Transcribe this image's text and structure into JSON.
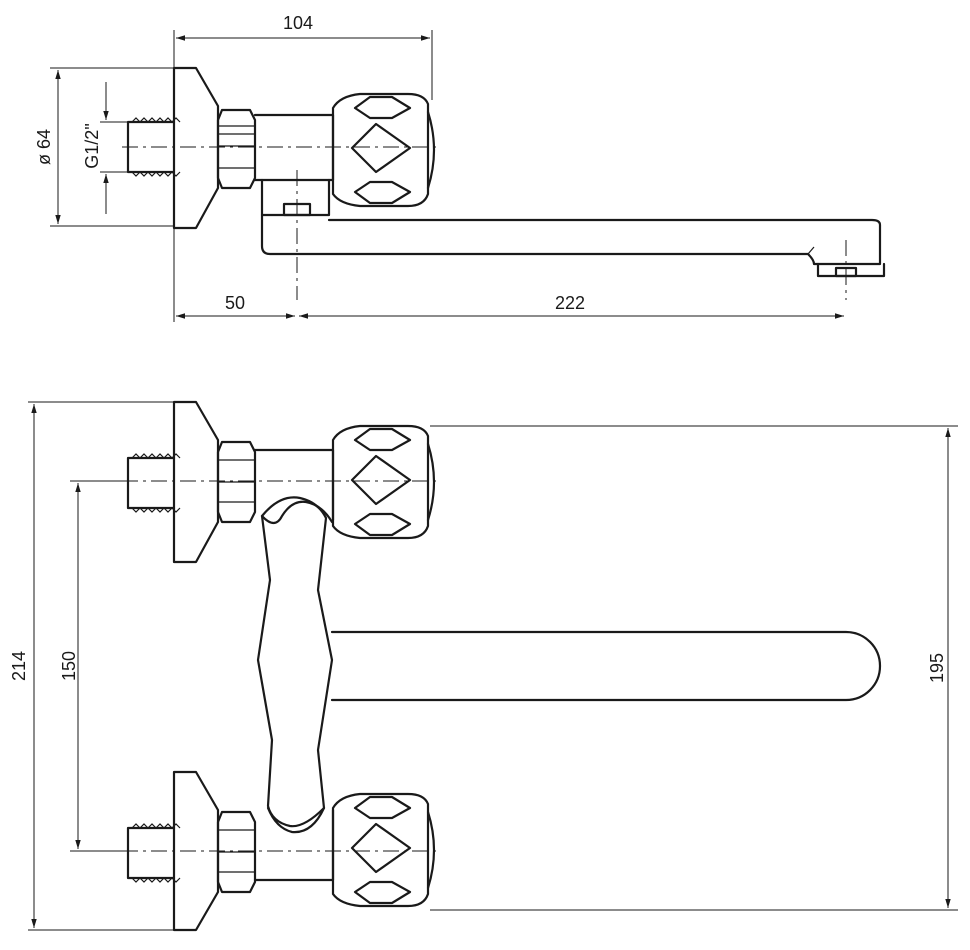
{
  "drawing": {
    "side_view": {
      "dim_overall_depth": "104",
      "dim_flange_diameter": "ø 64",
      "dim_thread": "G1/2\"",
      "dim_wall_to_spout": "50",
      "dim_spout_reach": "222"
    },
    "front_view": {
      "dim_total_height": "214",
      "dim_inlet_spacing": "150",
      "dim_handle_span": "195"
    }
  }
}
